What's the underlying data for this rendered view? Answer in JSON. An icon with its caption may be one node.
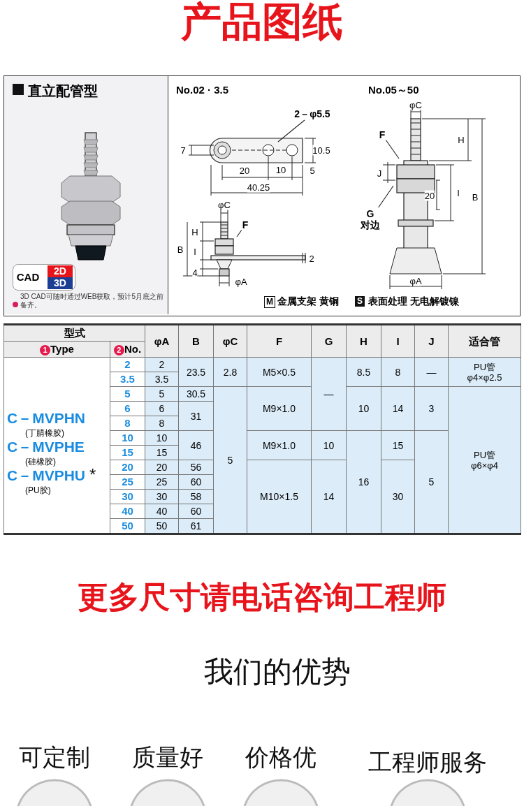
{
  "diagram": {
    "title": "产品图纸",
    "nodes": [
      {
        "text": [
          "2－φ5.5"
        ]
      },
      {
        "text": [
          "F"
        ]
      },
      {
        "text": [
          "F"
        ]
      },
      {
        "text": [
          "G",
          "对边"
        ]
      }
    ],
    "edges": [
      {
        "from": 0,
        "to": null,
        "arrow": "none"
      },
      {
        "from": 1,
        "to": null,
        "arrow": "none"
      },
      {
        "from": 2,
        "to": null,
        "arrow": "none"
      },
      {
        "from": 3,
        "to": null,
        "arrow": "none"
      }
    ],
    "labels": [
      "直立配管型",
      "CAD",
      "2D",
      "3D",
      "3D CAD可随时通过WEB获取，预计5月底之前备齐。",
      "No.02 · 3.5",
      "No.05～50",
      "7",
      "10.5",
      "20",
      "10",
      "5",
      "40.25",
      "φC",
      "H",
      "B",
      "I",
      "4",
      "φA",
      "2",
      "φC",
      "H",
      "J",
      "20",
      "I",
      "B",
      "φA",
      "M",
      "金属支架 黄铜",
      "S",
      "表面处理 无电解镀镍",
      "型式",
      "φA",
      "B",
      "φC",
      "F",
      "G",
      "H",
      "I",
      "J",
      "适合管",
      "1",
      "Type",
      "2",
      "No.",
      "C－MVPHN",
      "(丁腈橡胶)",
      "C－MVPHE",
      "(硅橡胶)",
      "C－MVPHU",
      "*",
      "(PU胶)",
      "2",
      "2",
      "23.5",
      "2.8",
      "M5×0.5",
      "—",
      "8.5",
      "8",
      "—",
      "PU管",
      "3.5",
      "3.5",
      "φ4×φ2.5",
      "5",
      "5",
      "30.5",
      "5",
      "M9×1.0",
      "10",
      "14",
      "3",
      "PU管",
      "φ6×φ4",
      "6",
      "6",
      "31",
      "8",
      "8",
      "10",
      "10",
      "46",
      "M9×1.0",
      "10",
      "16",
      "15",
      "5",
      "15",
      "15",
      "20",
      "20",
      "56",
      "M10×1.5",
      "14",
      "30",
      "25",
      "25",
      "60",
      "30",
      "30",
      "58",
      "40",
      "40",
      "60",
      "50",
      "50",
      "61",
      "更多尺寸请电话咨询工程师",
      "我们的优势",
      "可定制",
      "质量好",
      "价格优",
      "工程师服务"
    ]
  }
}
